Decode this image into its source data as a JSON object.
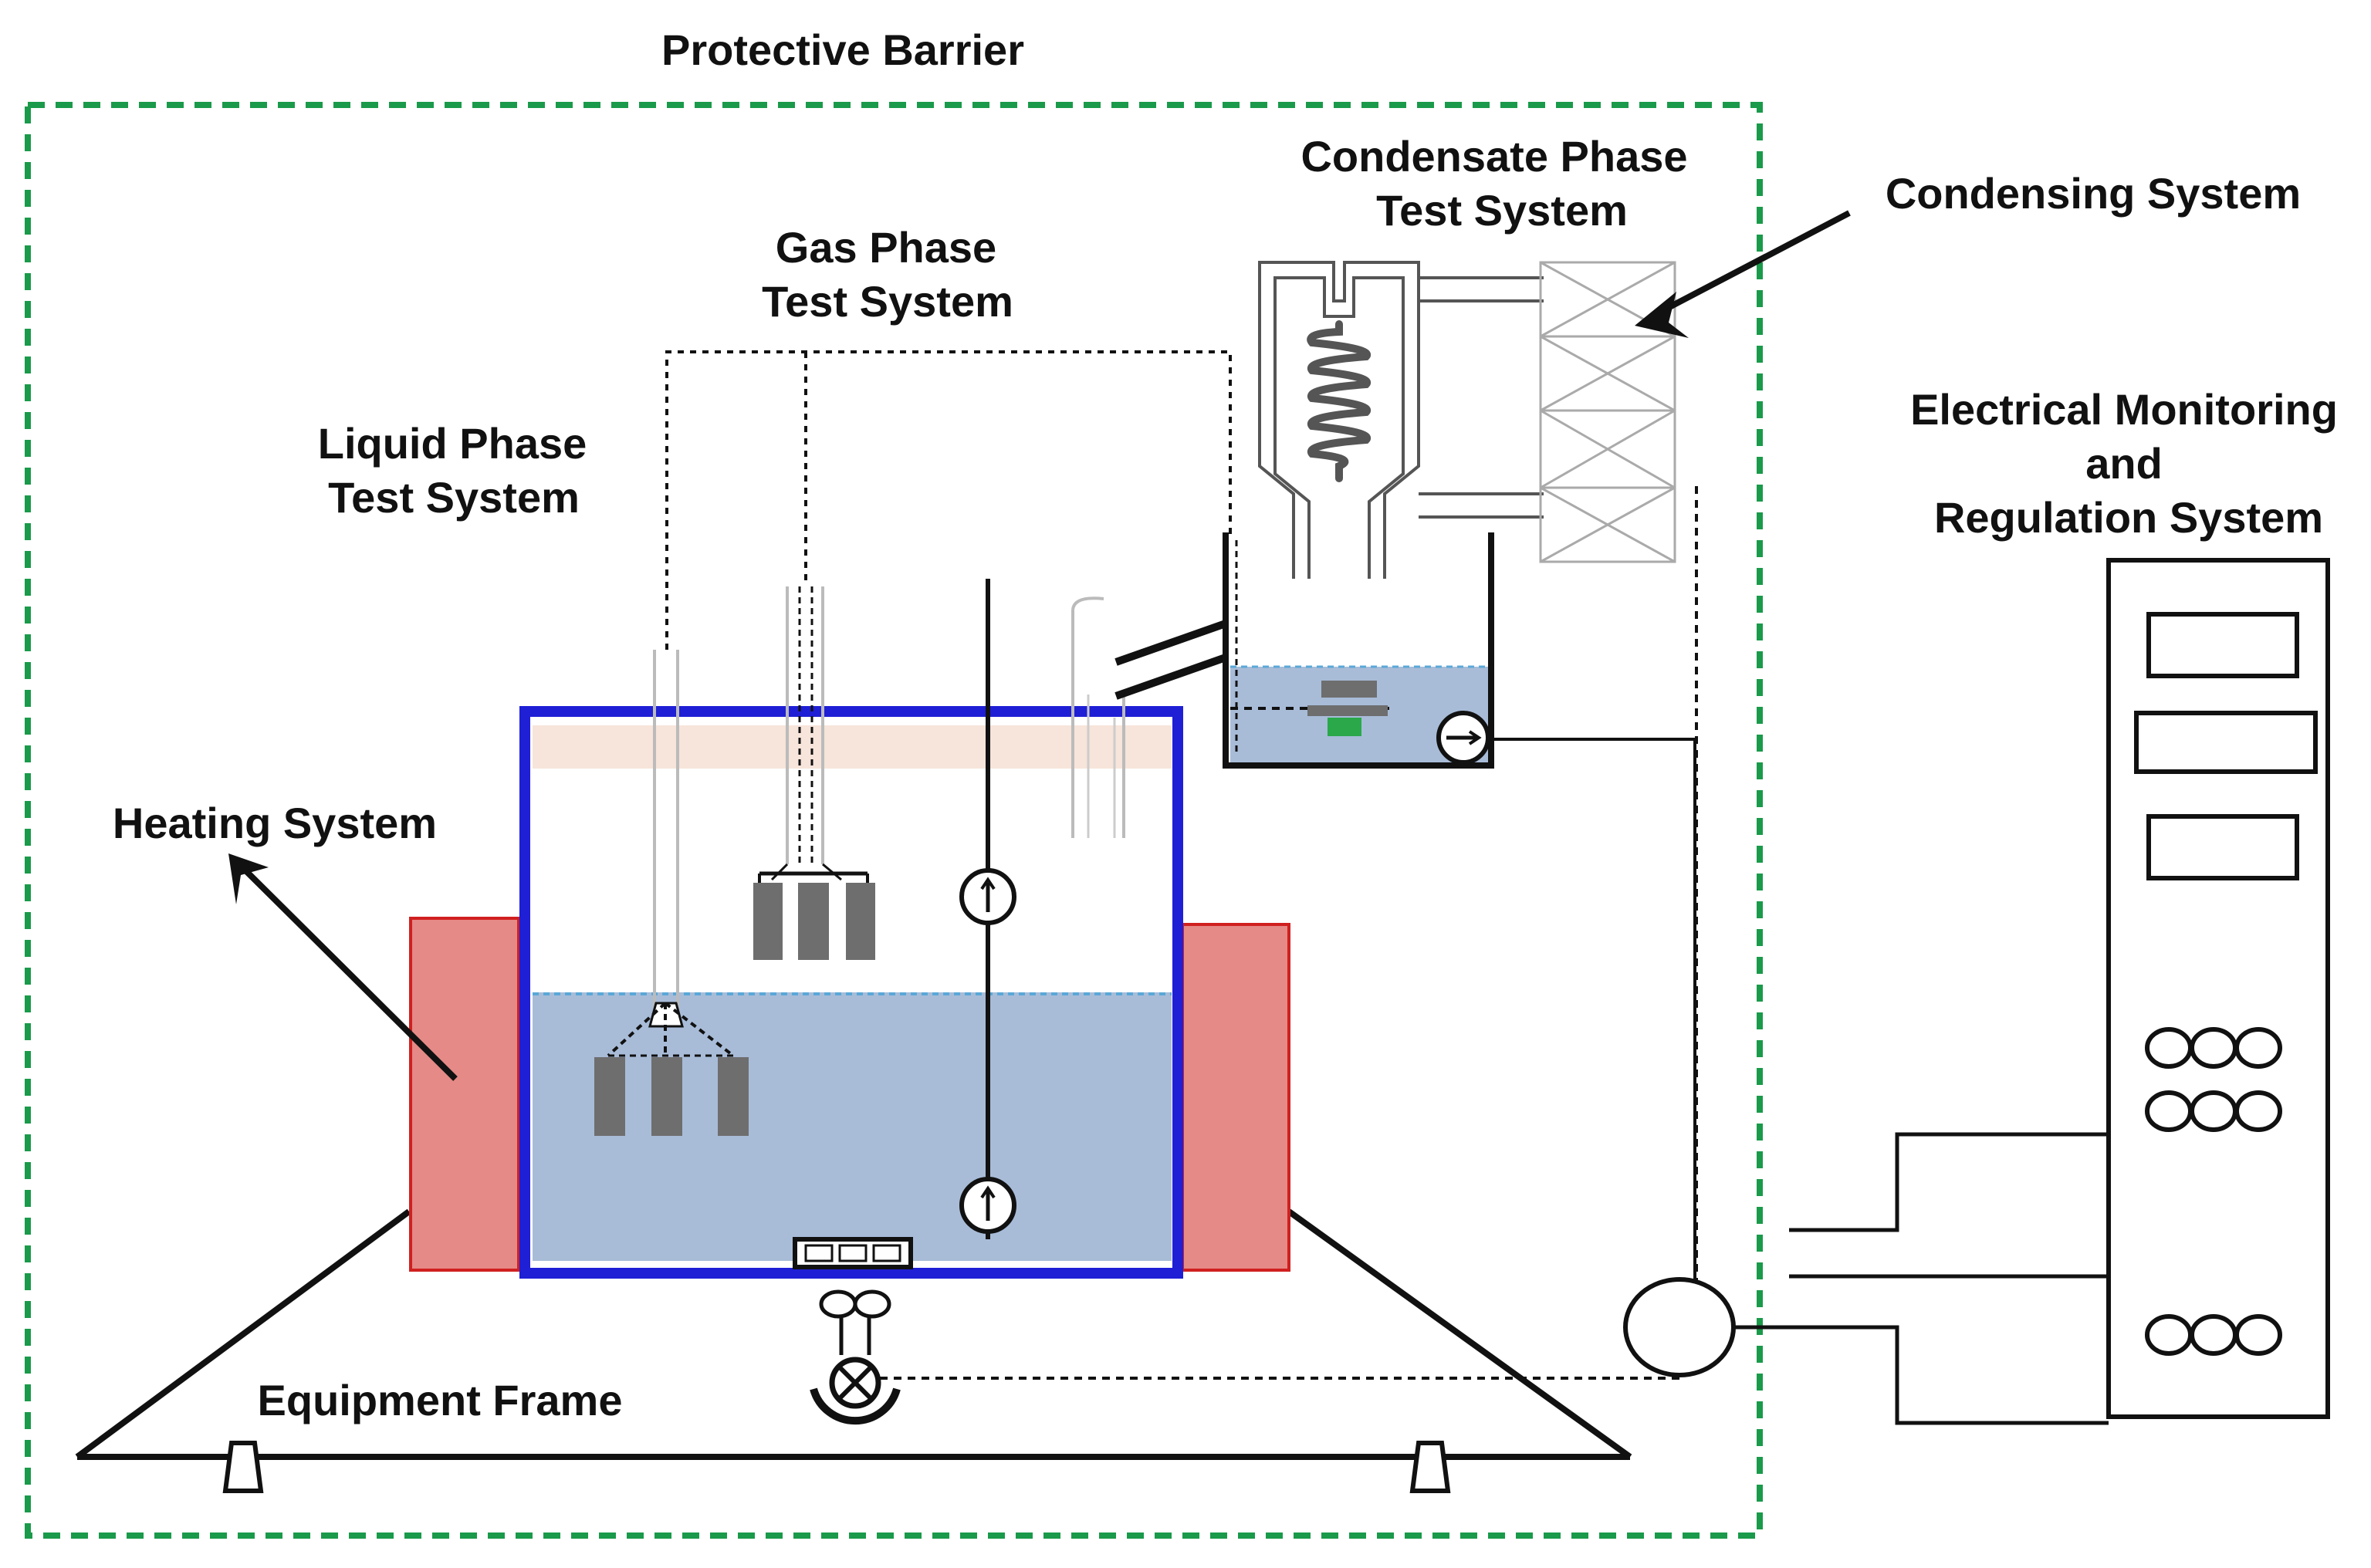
{
  "labels": {
    "protective_barrier": "Protective Barrier",
    "condensate_phase_line1": "Condensate Phase",
    "condensate_phase_line2": "Test System",
    "condensing_system": "Condensing System",
    "gas_phase_line1": "Gas Phase",
    "gas_phase_line2": "Test System",
    "liquid_phase_line1": "Liquid Phase",
    "liquid_phase_line2": "Test System",
    "electrical_line1": "Electrical Monitoring",
    "electrical_line2": "and",
    "electrical_line3": "Regulation System",
    "heating_system": "Heating System",
    "equipment_frame": "Equipment Frame"
  },
  "colors": {
    "barrier": "#1a9a4a",
    "vessel": "#1f1fd6",
    "liquid": "#a8bcd8",
    "heater": "#e58a86",
    "heater_border": "#d02020",
    "specimen": "#6e6e6e",
    "line": "#111111",
    "vapor_band": "#f7e4da"
  }
}
